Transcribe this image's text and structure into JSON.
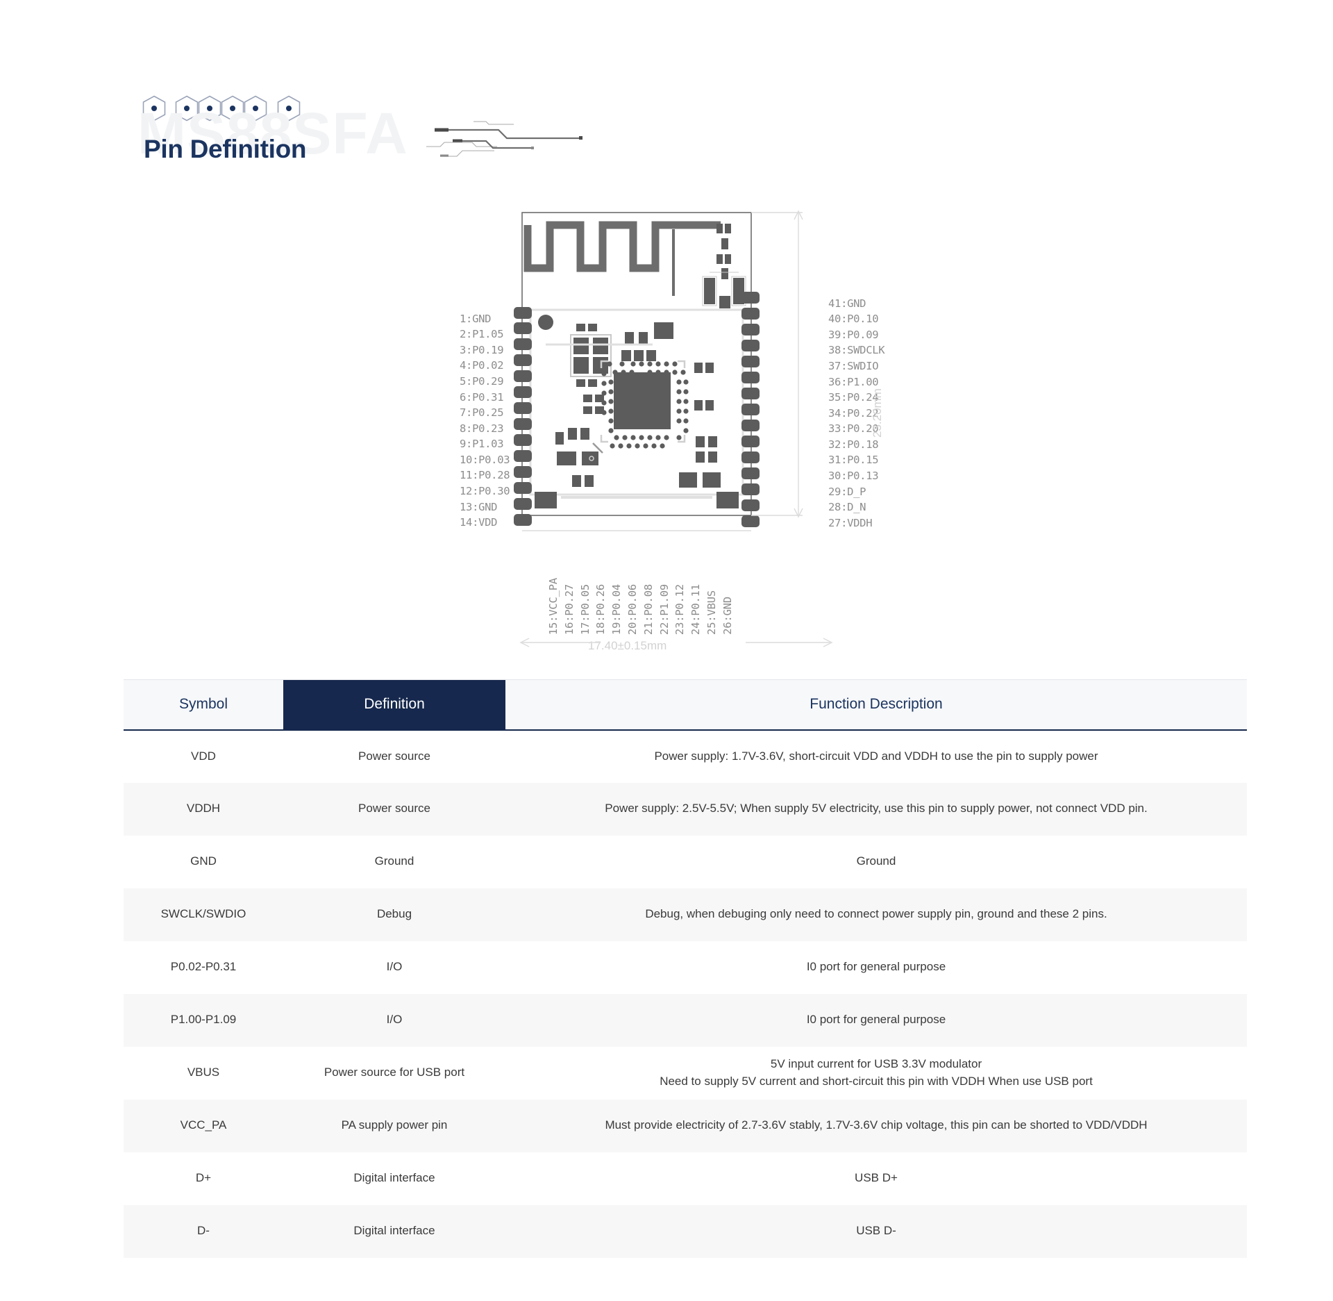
{
  "header": {
    "title": "Pin Definition",
    "watermark": "MS88SFA",
    "hex_icon": "hexagon-icon",
    "trace_art": "pcb-trace-decoration"
  },
  "diagram": {
    "name": "module-pinout-diagram",
    "dimension_height": "23.20mm",
    "dimension_width": "17.40±0.15mm",
    "pins_left": [
      "1:GND",
      "2:P1.05",
      "3:P0.19",
      "4:P0.02",
      "5:P0.29",
      "6:P0.31",
      "7:P0.25",
      "8:P0.23",
      "9:P1.03",
      "10:P0.03",
      "11:P0.28",
      "12:P0.30",
      "13:GND",
      "14:VDD"
    ],
    "pins_bottom": [
      "15:VCC_PA",
      "16:P0.27",
      "17:P0.05",
      "18:P0.26",
      "19:P0.04",
      "20:P0.06",
      "21:P0.08",
      "22:P1.09",
      "23:P0.12",
      "24:P0.11",
      "25:VBUS",
      "26:GND"
    ],
    "pins_right": [
      "41:GND",
      "40:P0.10",
      "39:P0.09",
      "38:SWDCLK",
      "37:SWDIO",
      "36:P1.00",
      "35:P0.24",
      "34:P0.22",
      "33:P0.20",
      "32:P0.18",
      "31:P0.15",
      "30:P0.13",
      "29:D_P",
      "28:D_N",
      "27:VDDH"
    ]
  },
  "table": {
    "columns": [
      "Symbol",
      "Definition",
      "Function Description"
    ],
    "rows": [
      {
        "symbol": "VDD",
        "definition": "Power source",
        "description": "Power supply: 1.7V-3.6V, short-circuit VDD and VDDH to use the pin to supply power"
      },
      {
        "symbol": "VDDH",
        "definition": "Power source",
        "description": "Power supply: 2.5V-5.5V; When supply 5V electricity, use this pin to supply power, not connect VDD pin."
      },
      {
        "symbol": "GND",
        "definition": "Ground",
        "description": "Ground"
      },
      {
        "symbol": "SWCLK/SWDIO",
        "definition": "Debug",
        "description": "Debug, when debuging only need to connect power supply pin, ground and these 2 pins."
      },
      {
        "symbol": "P0.02-P0.31",
        "definition": "I/O",
        "description": "I0 port for general purpose"
      },
      {
        "symbol": "P1.00-P1.09",
        "definition": "I/O",
        "description": "I0 port for general purpose"
      },
      {
        "symbol": "VBUS",
        "definition": "Power source for USB port",
        "description": "5V input current for USB 3.3V modulator\nNeed to supply 5V current and short-circuit this pin with VDDH When use USB port"
      },
      {
        "symbol": "VCC_PA",
        "definition": "PA supply power pin",
        "description": "Must provide electricity of 2.7-3.6V stably, 1.7V-3.6V chip voltage, this pin can be shorted to VDD/VDDH"
      },
      {
        "symbol": "D+",
        "definition": "Digital interface",
        "description": "USB D+"
      },
      {
        "symbol": "D-",
        "definition": "Digital interface",
        "description": "USB D-"
      }
    ]
  },
  "colors": {
    "navy": "#16284d",
    "title_navy": "#1b3460",
    "watermark": "#f2f3f5",
    "row_alt": "#f7f7f8",
    "pcb_gray": "#575757",
    "dim_gray": "#d2d2d2"
  }
}
